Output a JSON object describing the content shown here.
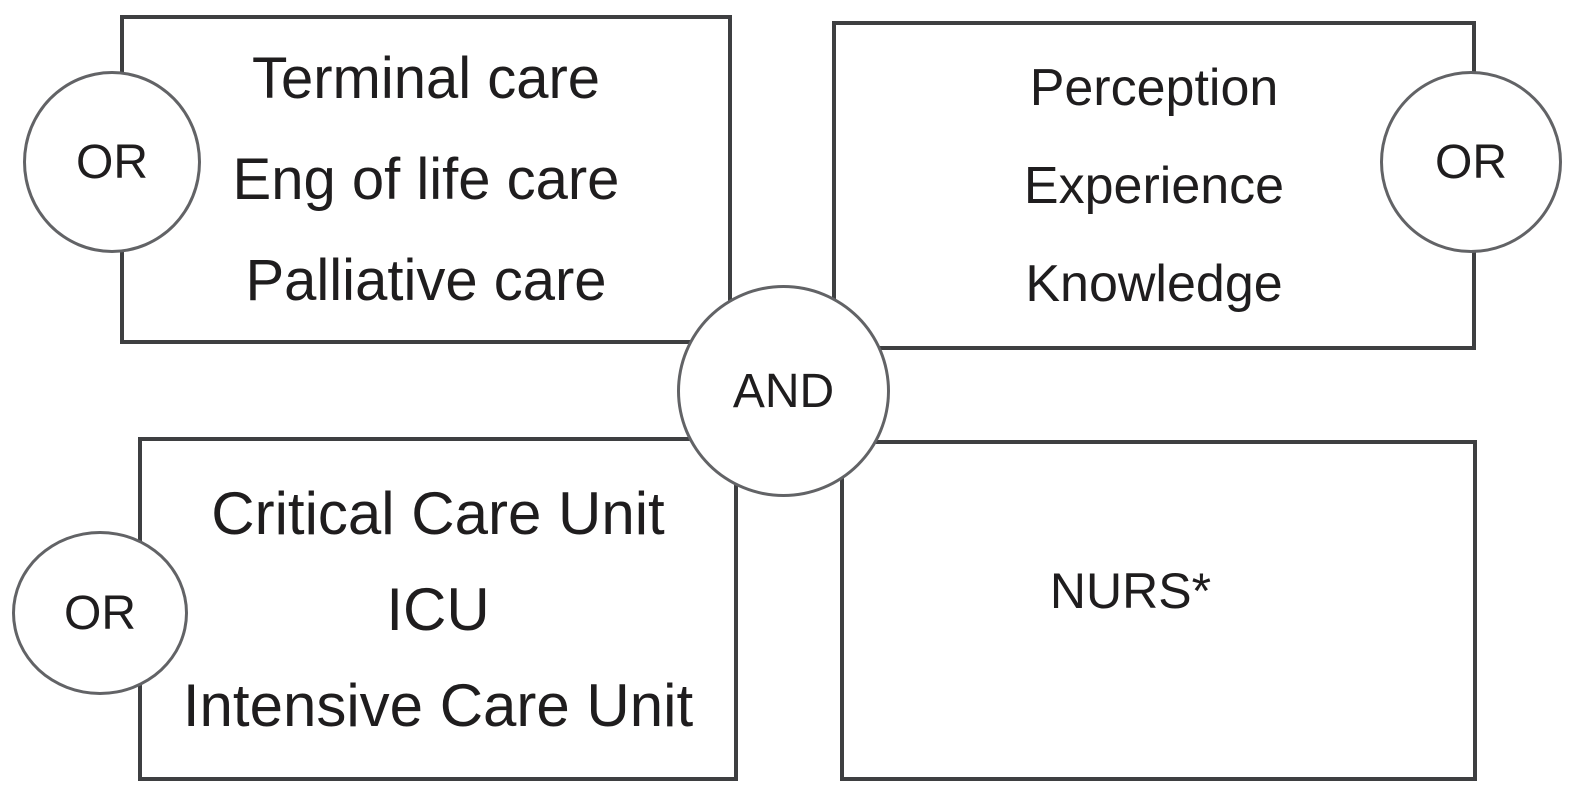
{
  "operators": {
    "and": "AND",
    "or": "OR"
  },
  "groups": [
    {
      "name": "top-left",
      "operator": "OR",
      "terms": [
        "Terminal care",
        "Eng of life care",
        "Palliative care"
      ]
    },
    {
      "name": "top-right",
      "operator": "OR",
      "terms": [
        "Perception",
        "Experience",
        "Knowledge"
      ]
    },
    {
      "name": "bottom-left",
      "operator": "OR",
      "terms": [
        "Critical Care Unit",
        "ICU",
        "Intensive Care Unit"
      ]
    },
    {
      "name": "bottom-right",
      "terms": [
        "NURS*"
      ]
    }
  ],
  "colors": {
    "background": "#ffffff",
    "box_border": "#3e3f41",
    "circle_border": "#626366",
    "text": "#1f1d1e"
  }
}
